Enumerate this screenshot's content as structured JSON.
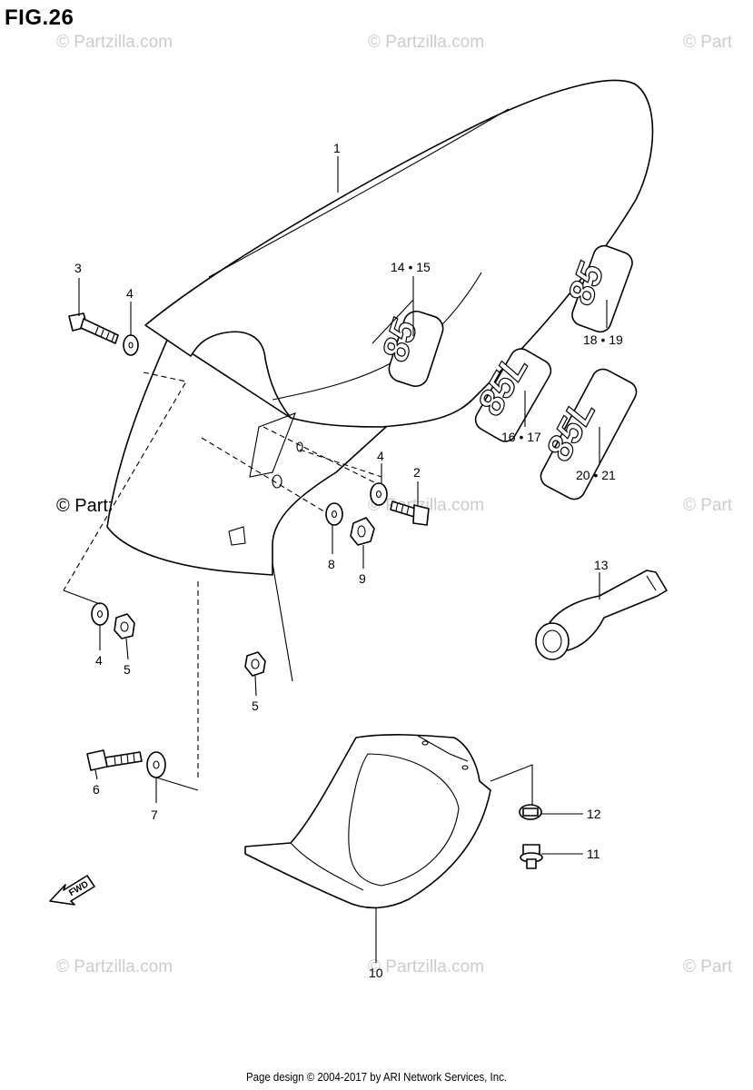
{
  "figure_title": "FIG.26",
  "footer": "Page design © 2004-2017 by ARI Network Services, Inc.",
  "watermark": "© Partzilla.com",
  "watermark_partial": "© Part",
  "fwd_label": "FWD",
  "decal_85": "85",
  "decal_85l": "85L",
  "callouts": {
    "c1": "1",
    "c2": "2",
    "c3": "3",
    "c4a": "4",
    "c4b": "4",
    "c4c": "4",
    "c5a": "5",
    "c5b": "5",
    "c6": "6",
    "c7": "7",
    "c8": "8",
    "c9": "9",
    "c10": "10",
    "c11": "11",
    "c12": "12",
    "c13": "13",
    "c14_15": "14 • 15",
    "c16_17": "16 • 17",
    "c18_19": "18 • 19",
    "c20_21": "20 • 21"
  },
  "colors": {
    "line": "#000000",
    "watermark": "#cccccc",
    "background": "#ffffff"
  }
}
